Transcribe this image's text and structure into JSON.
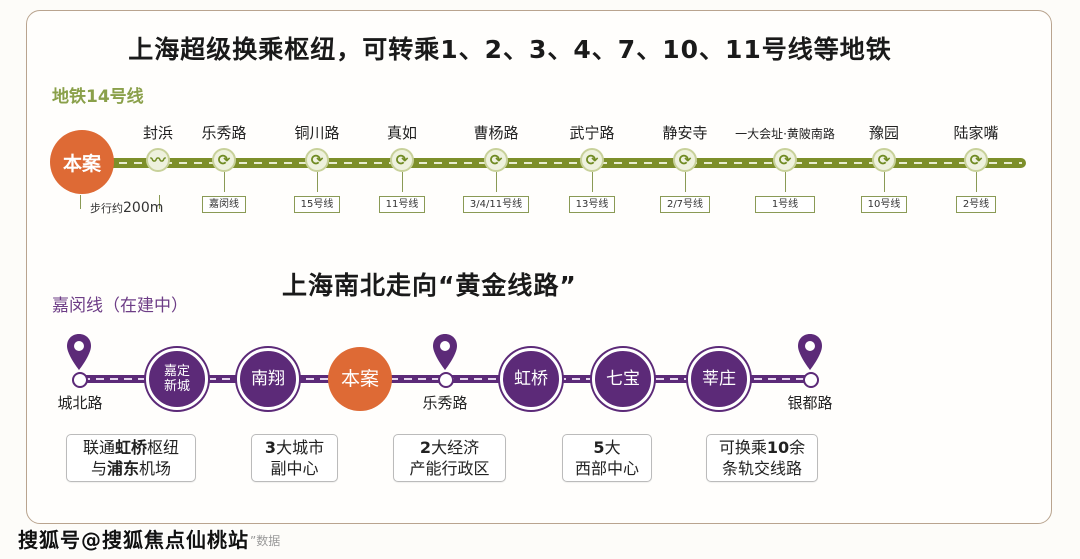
{
  "title_top": "上海超级换乘枢纽，可转乘1、2、3、4、7、10、11号线等地铁",
  "line14": {
    "label": "地铁14号线",
    "color": "#7d8f2a",
    "project_marker": "本案",
    "walk_note_prefix": "步行约",
    "walk_note_distance": "200m",
    "stations": [
      {
        "name": "封浜",
        "icon": "shanghai-metro-logo",
        "transfer": ""
      },
      {
        "name": "乐秀路",
        "icon": "transfer-arrows",
        "transfer": "嘉闵线"
      },
      {
        "name": "铜川路",
        "icon": "transfer-arrows",
        "transfer": "15号线"
      },
      {
        "name": "真如",
        "icon": "transfer-arrows",
        "transfer": "11号线"
      },
      {
        "name": "曹杨路",
        "icon": "transfer-arrows",
        "transfer": "3/4/11号线"
      },
      {
        "name": "武宁路",
        "icon": "transfer-arrows",
        "transfer": "13号线"
      },
      {
        "name": "静安寺",
        "icon": "transfer-arrows",
        "transfer": "2/7号线"
      },
      {
        "name": "一大会址·黄陂南路",
        "icon": "transfer-arrows",
        "transfer": "1号线"
      },
      {
        "name": "豫园",
        "icon": "transfer-arrows",
        "transfer": "10号线"
      },
      {
        "name": "陆家嘴",
        "icon": "transfer-arrows",
        "transfer": "2号线"
      }
    ]
  },
  "title_mid": "上海南北走向“黄金线路”",
  "jiamin": {
    "label": "嘉闵线（在建中）",
    "color": "#5c2a78",
    "endpoints": [
      {
        "name": "城北路"
      },
      {
        "name": "乐秀路"
      },
      {
        "name": "银都路"
      }
    ],
    "stations": [
      {
        "line1": "嘉定",
        "line2": "新城"
      },
      {
        "line1": "南翔",
        "line2": ""
      },
      {
        "line1": "本案",
        "line2": ""
      },
      {
        "line1": "虹桥",
        "line2": ""
      },
      {
        "line1": "七宝",
        "line2": ""
      },
      {
        "line1": "莘庄",
        "line2": ""
      }
    ],
    "features": [
      {
        "l1a": "联通",
        "l1b": "虹桥",
        "l1c": "枢纽",
        "l2a": "与",
        "l2b": "浦东",
        "l2c": "机场"
      },
      {
        "l1a": "",
        "l1b": "3",
        "l1c": "大城市",
        "l2a": "副中心",
        "l2b": "",
        "l2c": ""
      },
      {
        "l1a": "",
        "l1b": "2",
        "l1c": "大经济",
        "l2a": "产能行政区",
        "l2b": "",
        "l2c": ""
      },
      {
        "l1a": "",
        "l1b": "5",
        "l1c": "大",
        "l2a": "西部中心",
        "l2b": "",
        "l2c": ""
      },
      {
        "l1a": "可换乘",
        "l1b": "10",
        "l1c": "余",
        "l2a": "条轨交线路",
        "l2b": "",
        "l2c": ""
      }
    ]
  },
  "accent_orange": "#de6a35",
  "watermark": "搜狐号@搜狐焦点仙桃站",
  "source_note": "”数据"
}
